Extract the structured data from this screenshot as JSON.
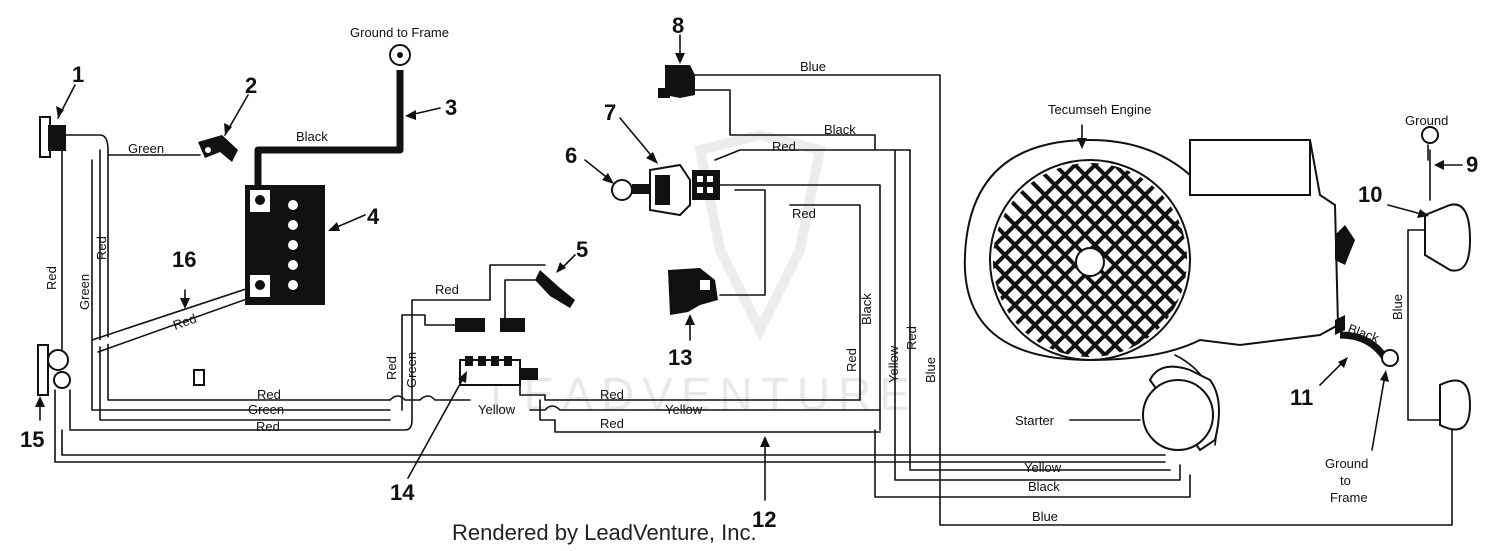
{
  "numbers": [
    "1",
    "2",
    "3",
    "4",
    "5",
    "6",
    "7",
    "8",
    "9",
    "10",
    "11",
    "12",
    "13",
    "14",
    "15",
    "16"
  ],
  "labels": {
    "ground_to_frame_top": "Ground to Frame",
    "engine": "Tecumseh Engine",
    "ground_right": "Ground",
    "ground_to_frame_bottom": [
      "Ground",
      "to",
      "Frame"
    ],
    "starter": "Starter"
  },
  "wires": {
    "black": "Black",
    "green": "Green",
    "red": "Red",
    "blue": "Blue",
    "yellow": "Yellow"
  },
  "watermark": "LEADVENTURE",
  "footer": "Rendered by LeadVenture, Inc."
}
